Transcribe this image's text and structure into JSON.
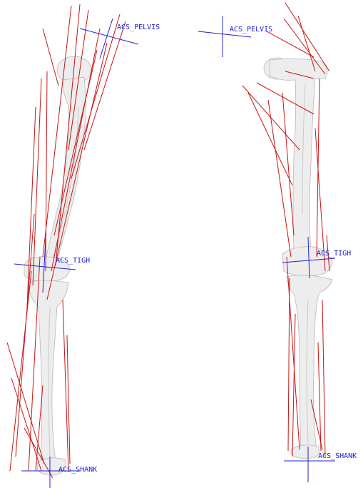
{
  "left_view": {
    "labels": {
      "pelvis": "ACS_PELVIS",
      "thigh": "ACS_TIGH",
      "shank": "ACS_SHANK"
    }
  },
  "right_view": {
    "labels": {
      "pelvis": "ACS_PELVIS",
      "thigh": "ACS_TIGH",
      "shank": "ACS_SHANK"
    }
  },
  "colors": {
    "muscle_line": "#c81414",
    "axis_line": "#2222cc",
    "bone": "#ededed",
    "background": "#ffffff"
  }
}
